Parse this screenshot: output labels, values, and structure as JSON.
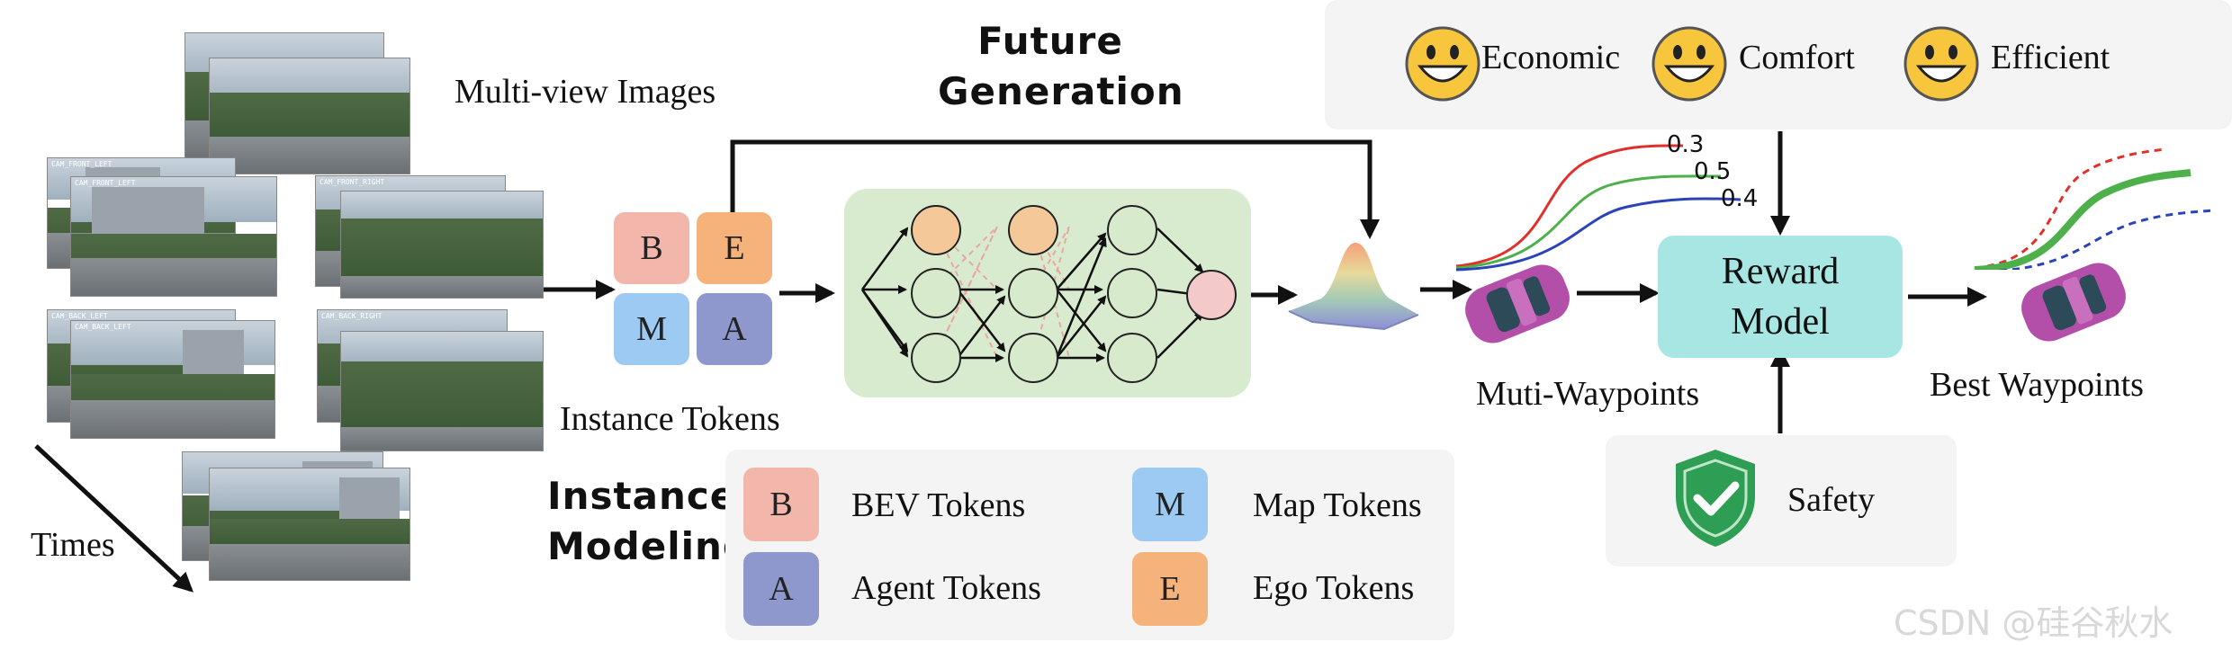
{
  "labels": {
    "multi_view": "Multi-view Images",
    "times": "Times",
    "instance_tokens": "Instance Tokens",
    "future_line1": "Future",
    "future_line2": "Generation",
    "instance_line1": "Instance",
    "instance_line2": "Modeling",
    "muti_waypoints": "Muti-Waypoints",
    "reward_line1": "Reward",
    "reward_line2": "Model",
    "best_waypoints": "Best Waypoints",
    "safety": "Safety",
    "watermark": "CSDN @硅谷秋水"
  },
  "criteria": [
    "Economic",
    "Comfort",
    "Efficient"
  ],
  "scores": [
    "0.3",
    "0.5",
    "0.4"
  ],
  "tokens": {
    "b": "B",
    "e": "E",
    "m": "M",
    "a": "A"
  },
  "legend": [
    {
      "letter": "B",
      "text": "BEV Tokens"
    },
    {
      "letter": "M",
      "text": "Map Tokens"
    },
    {
      "letter": "A",
      "text": "Agent Tokens"
    },
    {
      "letter": "E",
      "text": "Ego Tokens"
    }
  ],
  "colors": {
    "bev": "#f2b6aa",
    "ego": "#f5b27a",
    "map": "#9ccaf2",
    "agent": "#8e98cc",
    "net_bg": "#d9ebcf",
    "reward_bg": "#a8e6e3",
    "panel_bg": "#f4f4f4",
    "traj_red": "#e0302c",
    "traj_green": "#4db04a",
    "traj_blue": "#2a43b8",
    "car": "#b34fa8",
    "shield": "#2f9e55",
    "smiley": "#f7c63d"
  }
}
